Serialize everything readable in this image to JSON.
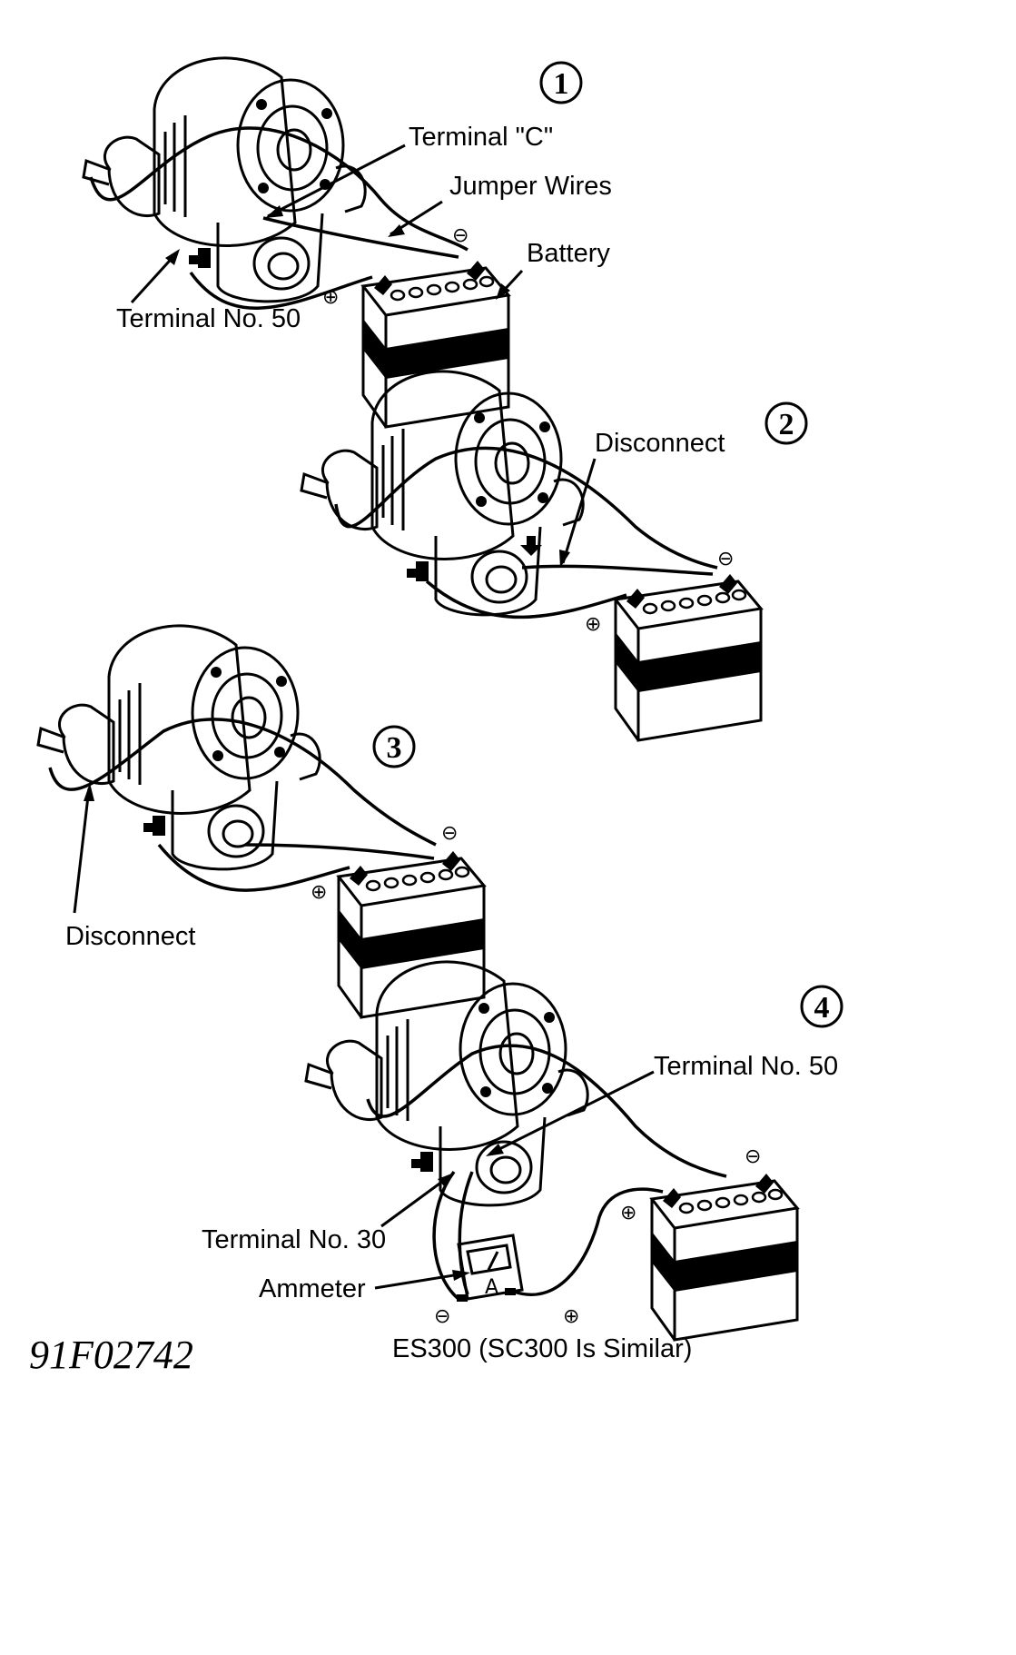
{
  "panels": [
    {
      "step": "1",
      "labels": {
        "terminal_c": "Terminal \"C\"",
        "jumper_wires": "Jumper Wires",
        "battery": "Battery",
        "terminal_50": "Terminal No. 50",
        "neg": "⊖",
        "pos": "⊕"
      }
    },
    {
      "step": "2",
      "labels": {
        "disconnect": "Disconnect",
        "neg": "⊖",
        "pos": "⊕"
      }
    },
    {
      "step": "3",
      "labels": {
        "disconnect": "Disconnect",
        "neg": "⊖",
        "pos": "⊕"
      }
    },
    {
      "step": "4",
      "labels": {
        "terminal_50": "Terminal No. 50",
        "terminal_30": "Terminal No. 30",
        "ammeter": "Ammeter",
        "meter_unit": "A",
        "neg": "⊖",
        "pos": "⊕",
        "meter_neg": "⊖",
        "meter_pos": "⊕"
      }
    }
  ],
  "figure_id": "91F02742",
  "caption": "ES300 (SC300 Is Similar)"
}
